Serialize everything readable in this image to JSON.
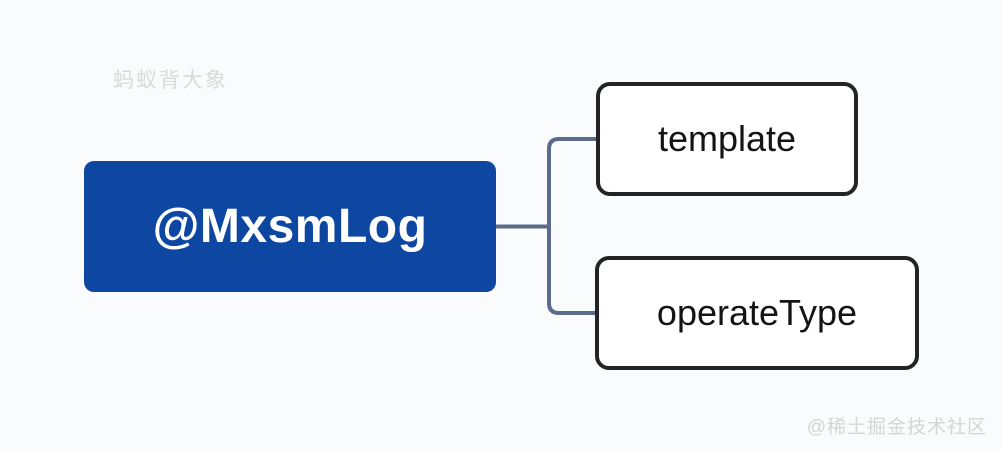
{
  "canvas": {
    "background_color": "#fafbfc"
  },
  "watermarks": {
    "top_left": "蚂蚁背大象",
    "bottom_right": "@稀土掘金技术社区"
  },
  "mindmap": {
    "root": {
      "label": "@MxsmLog",
      "fill_color": "#0d47a1",
      "text_color": "#ffffff"
    },
    "children": [
      {
        "label": "template"
      },
      {
        "label": "operateType"
      }
    ],
    "child_border_color": "#242424",
    "child_fill_color": "#ffffff",
    "connector_color": "#5c6b8c"
  }
}
